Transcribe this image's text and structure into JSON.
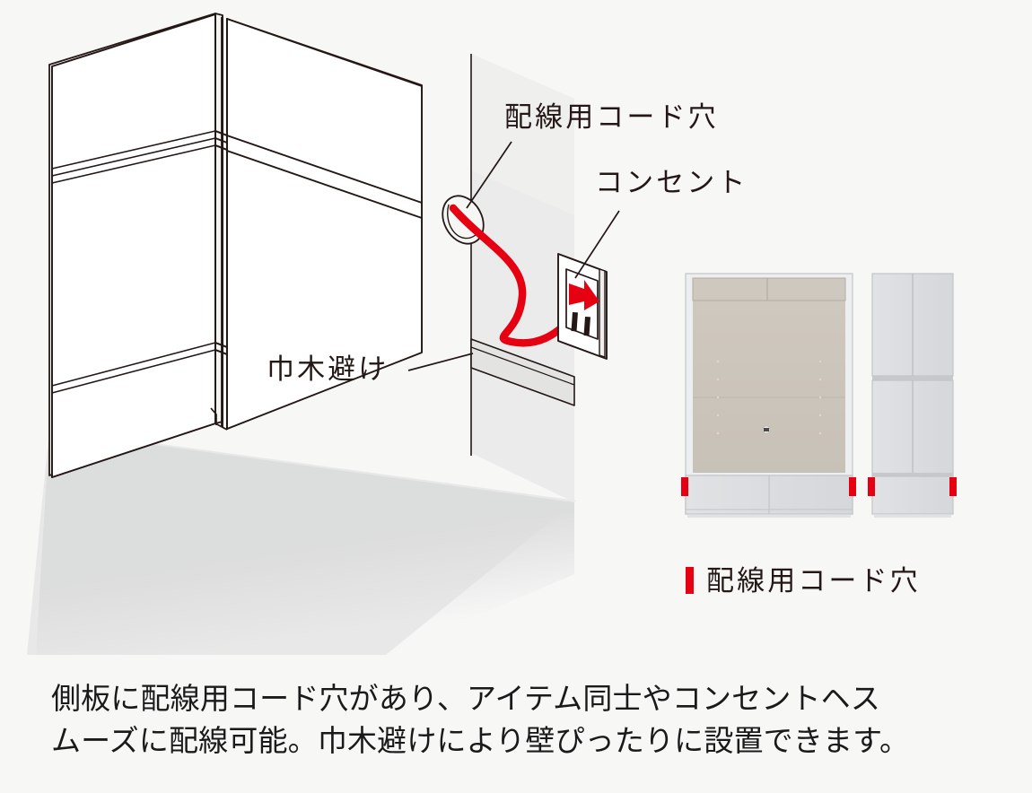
{
  "page": {
    "background_color": "#f7f7f6",
    "text_color": "#231815",
    "accent_red": "#e60012"
  },
  "illustration": {
    "description_name": "isometric-cabinet-against-wall-with-outlet",
    "wall_color": "#ebebeb",
    "floor_color": "#dcdddd",
    "line_color": "#231815",
    "cord_color": "#e50012",
    "callouts": [
      {
        "id": "cord-hole",
        "label": "配線用コード穴"
      },
      {
        "id": "outlet",
        "label": "コンセント"
      },
      {
        "id": "baseboard",
        "label": "巾木避け"
      }
    ]
  },
  "product_figure": {
    "panels": [
      {
        "name": "open-shelf-unit-front-view",
        "interior_color": "#cdc6bc",
        "body_color": "#dcdee0",
        "markers": [
          "bottom-left",
          "bottom-right"
        ]
      },
      {
        "name": "closed-door-unit-front-view",
        "body_color": "#dcdee0",
        "markers": [
          "bottom-left",
          "bottom-right"
        ]
      }
    ],
    "marker_color": "#e60012"
  },
  "legend": {
    "swatch_color": "#e60012",
    "label": "配線用コード穴"
  },
  "caption": {
    "line1": "側板に配線用コード穴があり、アイテム同士やコンセントヘス",
    "line2": "ムーズに配線可能。巾木避けにより壁ぴったりに設置できます。"
  }
}
